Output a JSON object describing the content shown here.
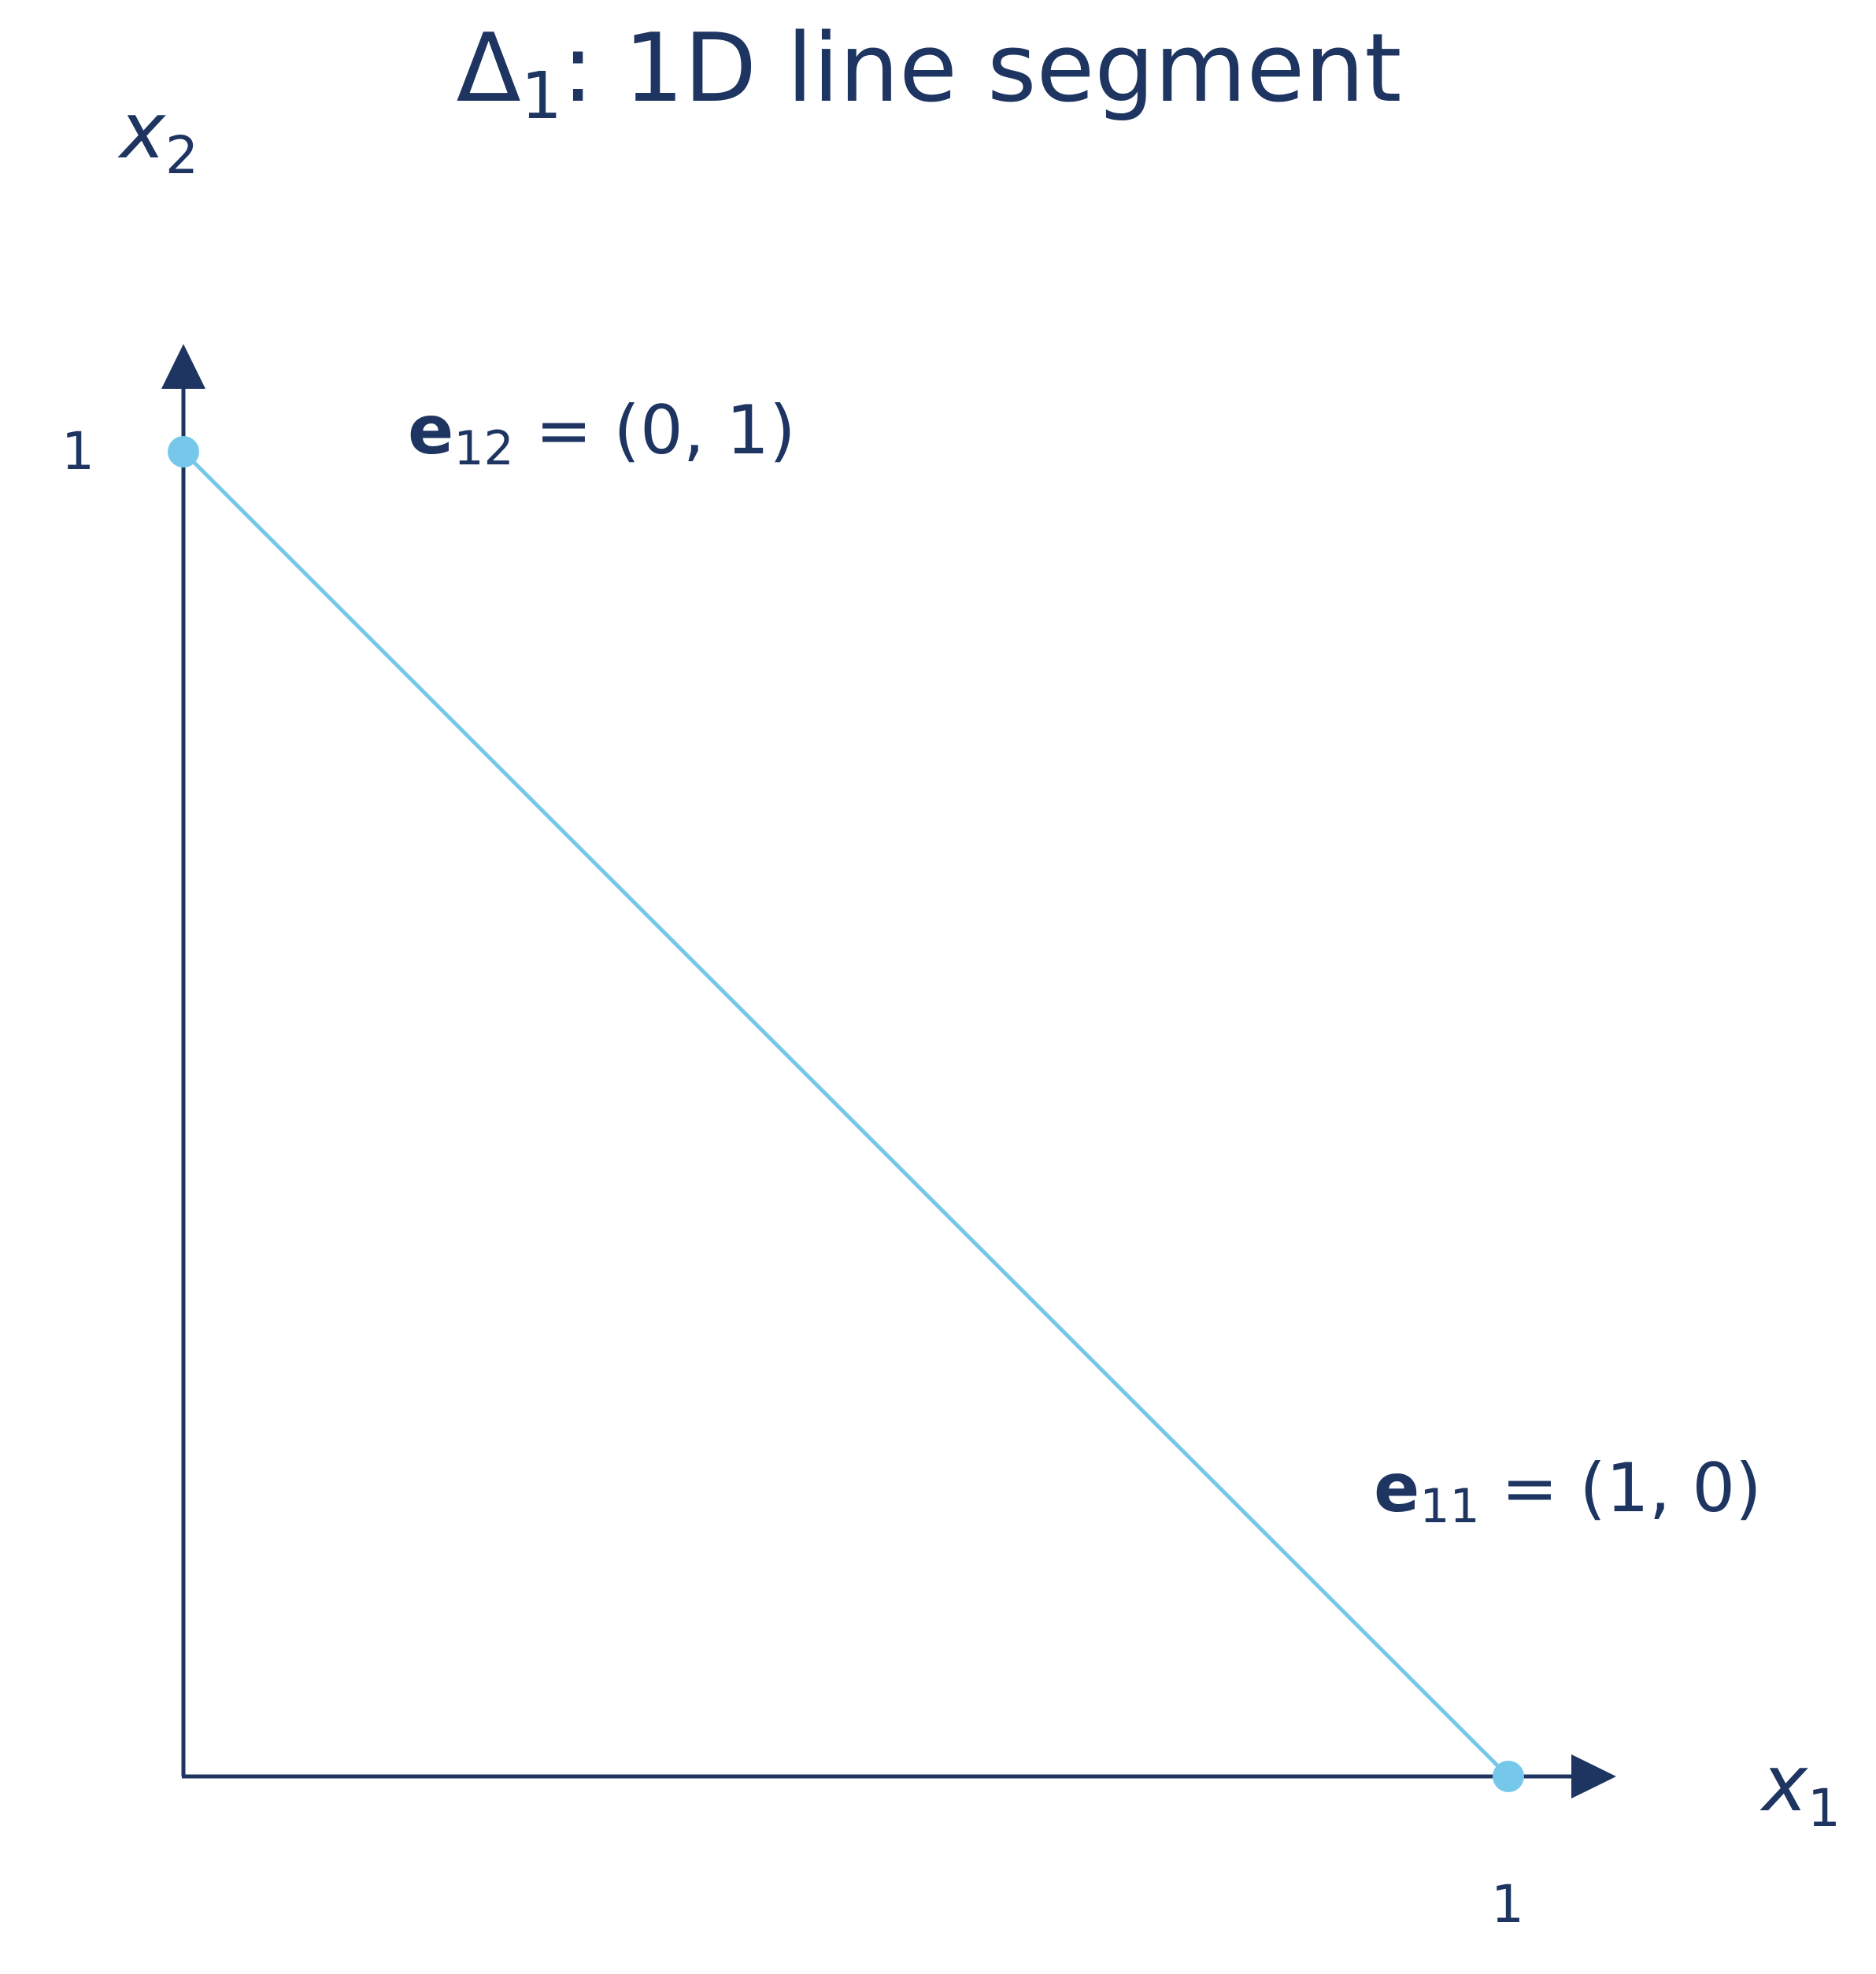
{
  "title": {
    "symbol": "Δ",
    "subscript": "1",
    "text": ": 1D line segment"
  },
  "axes": {
    "x": {
      "symbol": "x",
      "subscript": "1",
      "tick": "1"
    },
    "y": {
      "symbol": "x",
      "subscript": "2",
      "tick": "1"
    }
  },
  "vertices": [
    {
      "symbol": "e",
      "subscript": "11",
      "eq": " = ",
      "coords": "(1, 0)",
      "x": 1,
      "y": 0
    },
    {
      "symbol": "e",
      "subscript": "12",
      "eq": " = ",
      "coords": "(0, 1)",
      "x": 0,
      "y": 1
    }
  ],
  "colors": {
    "axis": "#1e3461",
    "segment": "#76c8ea",
    "text": "#1e3461"
  }
}
